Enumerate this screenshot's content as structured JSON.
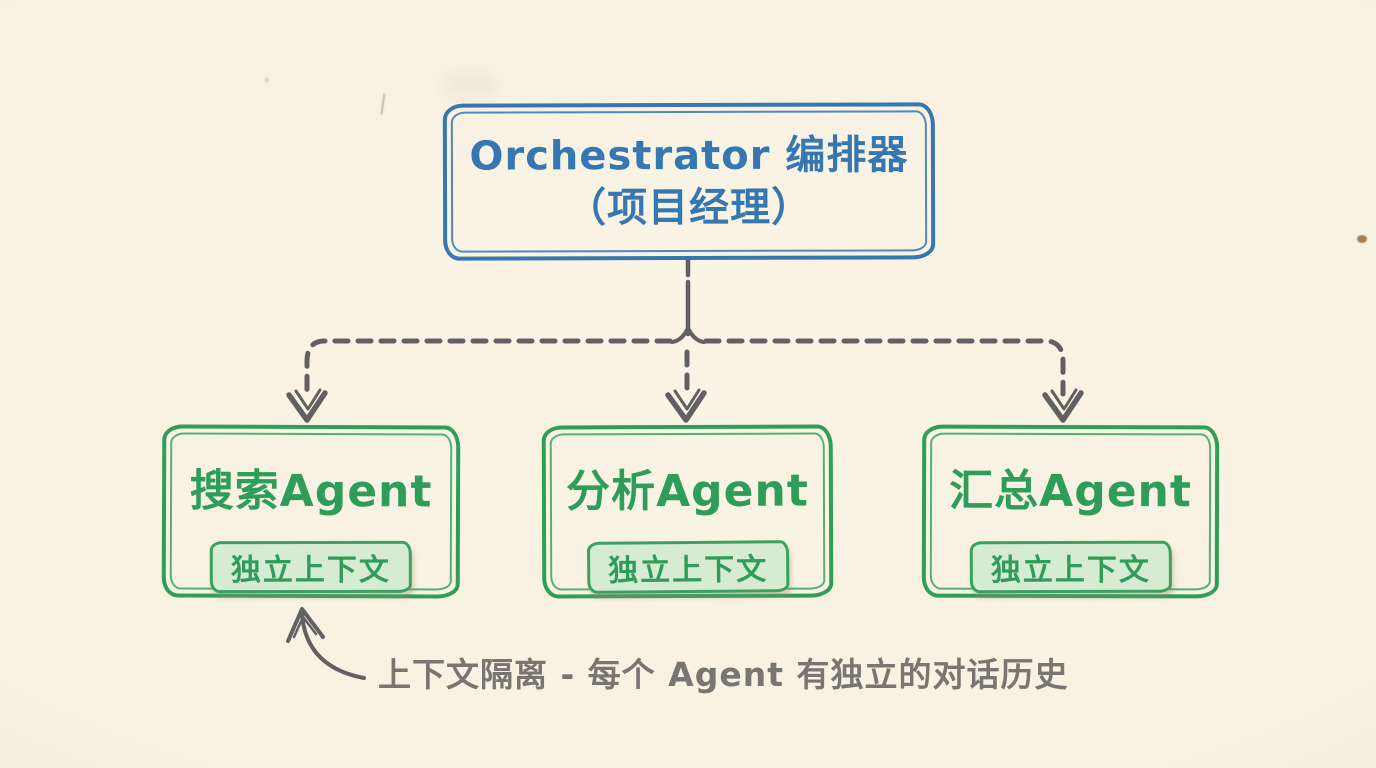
{
  "colors": {
    "paper_background": "#f8f1e1",
    "orchestrator_blue": "#3677b2",
    "agent_green": "#2f9e58",
    "badge_fill": "#d6ebd1",
    "connector_gray": "#616161",
    "annotation_gray": "#787670"
  },
  "orchestrator": {
    "title": "Orchestrator 编排器",
    "subtitle": "（项目经理）"
  },
  "agents": [
    {
      "title": "搜索Agent",
      "badge": "独立上下文"
    },
    {
      "title": "分析Agent",
      "badge": "独立上下文"
    },
    {
      "title": "汇总Agent",
      "badge": "独立上下文"
    }
  ],
  "annotation": {
    "text": "上下文隔离 - 每个 Agent 有独立的对话历史"
  }
}
